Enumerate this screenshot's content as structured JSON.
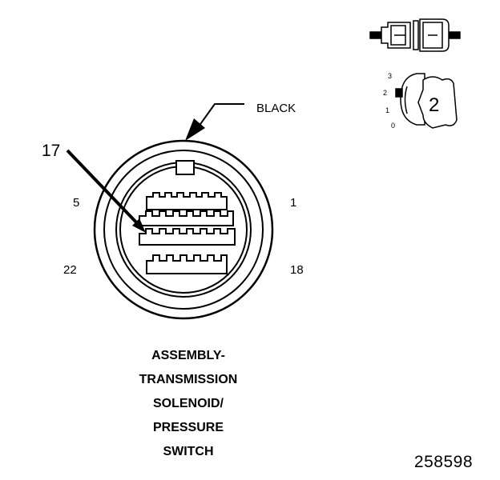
{
  "wire_color_label": "BLACK",
  "pin_labels": {
    "callout": "17",
    "top_left": "5",
    "top_right": "1",
    "bottom_left": "22",
    "bottom_right": "18"
  },
  "inset": {
    "position_marks": [
      "3",
      "2",
      "1",
      "0"
    ],
    "position_value": "2"
  },
  "caption_lines": [
    "ASSEMBLY-",
    "TRANSMISSION",
    "SOLENOID/",
    "PRESSURE",
    "SWITCH"
  ],
  "figure_number": "258598"
}
